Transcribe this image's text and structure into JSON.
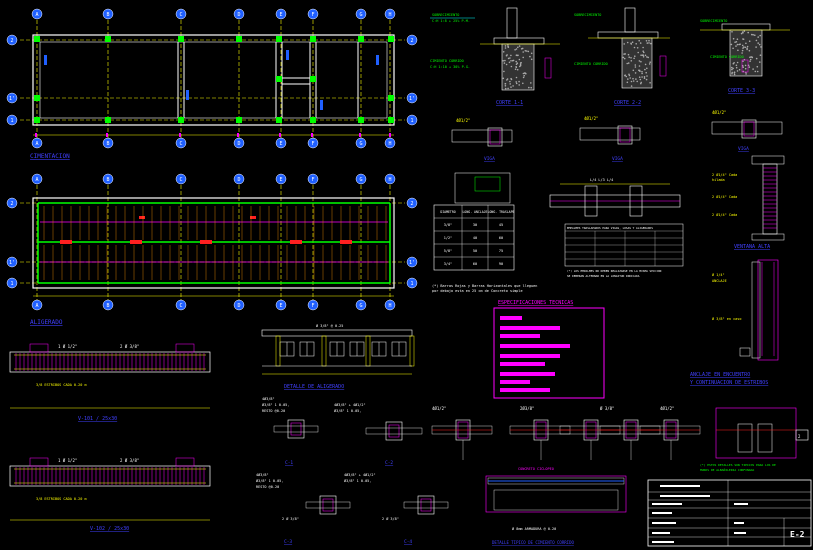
{
  "plans": {
    "grid_letters": [
      "A",
      "B",
      "C",
      "D",
      "E",
      "F",
      "G",
      "H"
    ],
    "grid_numbers_left": [
      "2",
      "1'",
      "1"
    ],
    "grid_numbers_right": [
      "2",
      "1'",
      "1"
    ],
    "plan1_label": "CIMENTACION",
    "plan2_label": "ALIGERADO"
  },
  "sections": {
    "corte_1": "CORTE 1-1",
    "corte_2": "CORTE 2-2",
    "corte_3": "CORTE 3-3",
    "viga_label": "VIGA",
    "ventana_alta": "VENTANA ALTA",
    "anclaje_title_1": "ANCLAJE EN ENCUENTRO",
    "anclaje_title_2": "Y CONTINUACION DE ESTRIBOS",
    "detalle_aligerado": "DETALLE DE ALIGERADO",
    "detalle_cimiento": "DETALLE TIPICO DE CIMIENTO CORRIDO",
    "viga_1": "V-101 / 25x30",
    "viga_2": "V-102 / 25x30",
    "especificaciones": "ESPECIFICACIONES TECNICAS",
    "viga_101_text": "3/8 ESTRIBOS CADA 0.20 m",
    "spec_tag_1": "4Ø1/2\"",
    "spec_tag_2": "2Ø3/8\"",
    "spec_tag_3": "Ø 3/8\"",
    "spec_tag_4": "4Ø1/2\"",
    "col_labels": [
      "C-1",
      "C-2",
      "C-3",
      "C-4"
    ]
  },
  "table": {
    "headers": [
      "DIAMETRO",
      "LONG. ANCLAJE",
      "LONG. TRASLAPE"
    ],
    "rows": [
      [
        "3/8\"",
        "30",
        "45"
      ],
      [
        "1/2\"",
        "40",
        "60"
      ],
      [
        "5/8\"",
        "50",
        "75"
      ],
      [
        "3/4\"",
        "60",
        "90"
      ]
    ]
  },
  "title_block": {
    "sheet": "E-2"
  }
}
